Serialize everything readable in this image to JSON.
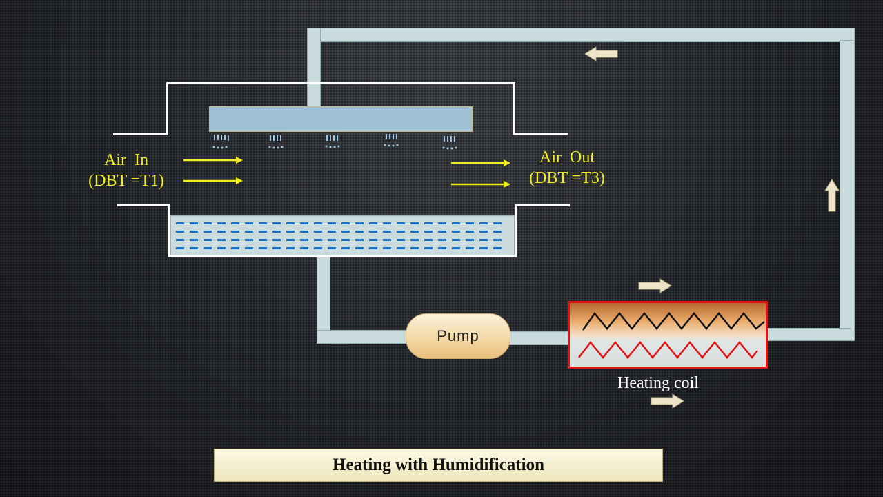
{
  "labels": {
    "air_in": "Air  In\n(DBT =T1)",
    "air_out": "Air  Out\n(DBT =T3)",
    "pump": "Pump",
    "heating_coil": "Heating coil",
    "title": "Heating with Humidification"
  },
  "colors": {
    "pipe": "#c9dbdc",
    "water_dash": "#1a6fc6",
    "air_arrow": "#f2ee1f",
    "flow_arrow": "#ece3c8",
    "coil_border": "#e41313"
  }
}
